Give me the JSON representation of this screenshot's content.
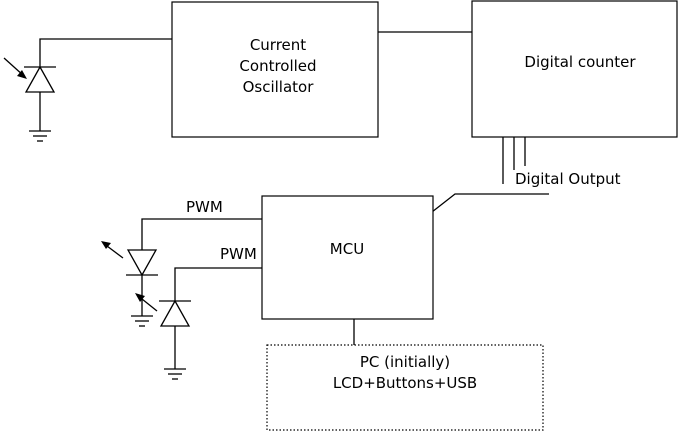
{
  "blocks": {
    "oscillator": {
      "lines": [
        "Current",
        "Controlled",
        "Oscillator"
      ]
    },
    "counter": {
      "label": "Digital counter"
    },
    "mcu": {
      "label": "MCU"
    },
    "pc": {
      "lines": [
        "PC (initially)",
        "LCD+Buttons+USB"
      ]
    }
  },
  "labels": {
    "digital_output": "Digital Output",
    "pwm_top": "PWM",
    "pwm_bottom": "PWM"
  }
}
